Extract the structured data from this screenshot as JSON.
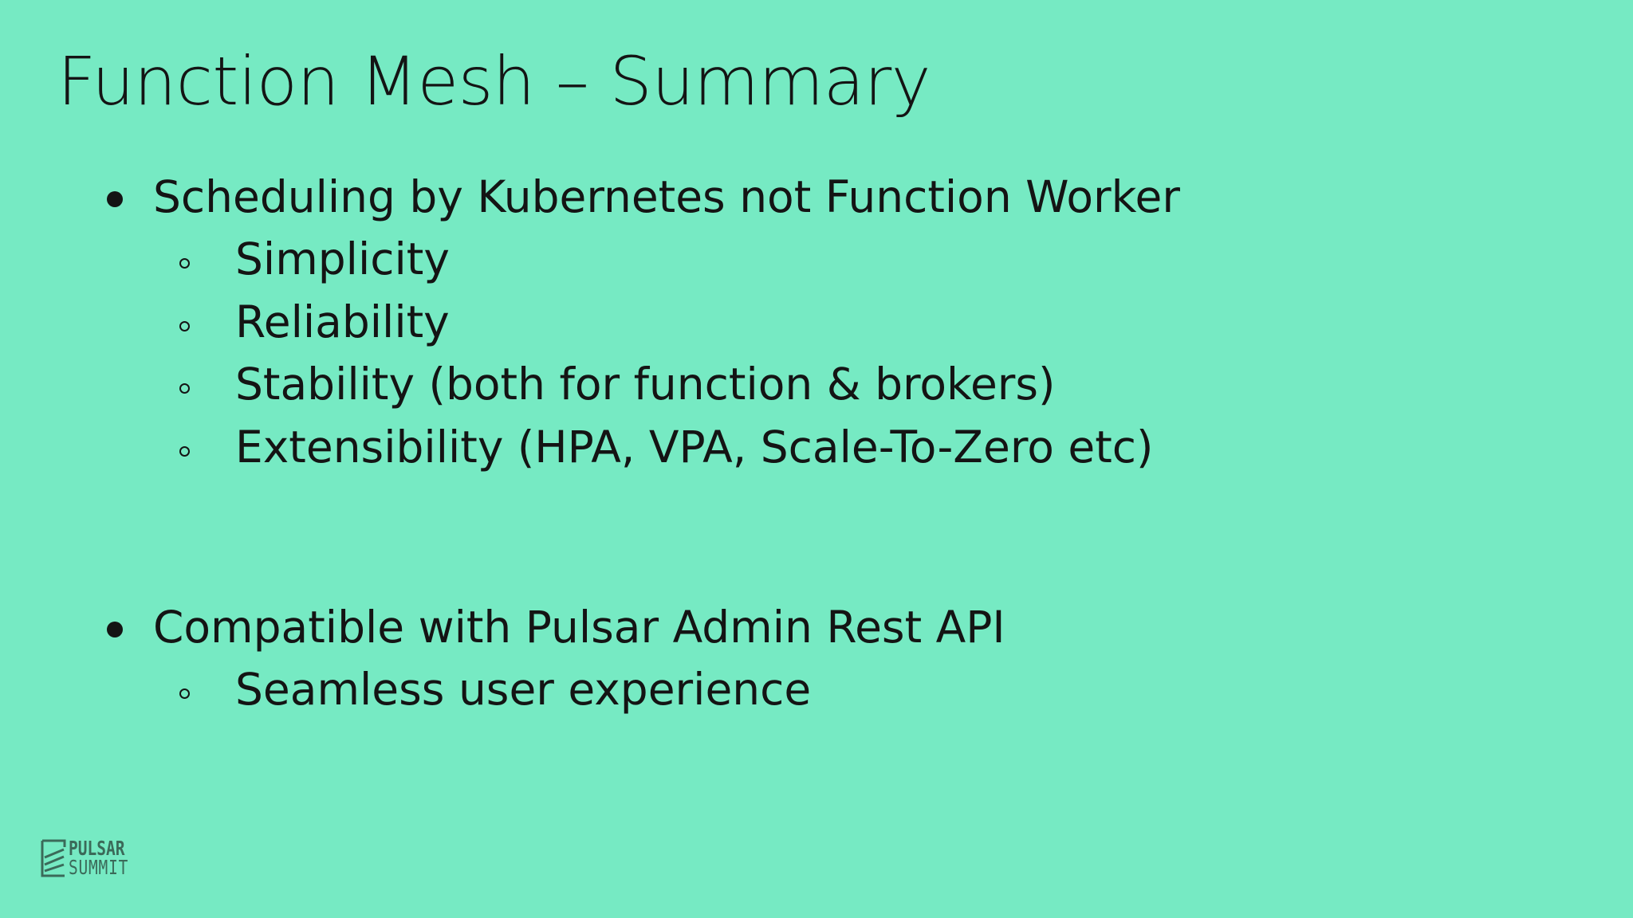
{
  "slide": {
    "title": "Function Mesh – Summary",
    "bullets": [
      {
        "text": "Scheduling by Kubernetes not Function Worker",
        "sub": [
          "Simplicity",
          "Reliability",
          "Stability (both for function & brokers)",
          "Extensibility (HPA, VPA, Scale-To-Zero etc)"
        ]
      },
      {
        "text": "Compatible with Pulsar Admin Rest API",
        "sub": [
          "Seamless user experience"
        ]
      }
    ]
  },
  "logo": {
    "line1": "PULSAR",
    "line2": "SUMMIT"
  },
  "colors": {
    "background": "#76EAC3",
    "text": "#141414",
    "logo": "#3B6A59"
  }
}
